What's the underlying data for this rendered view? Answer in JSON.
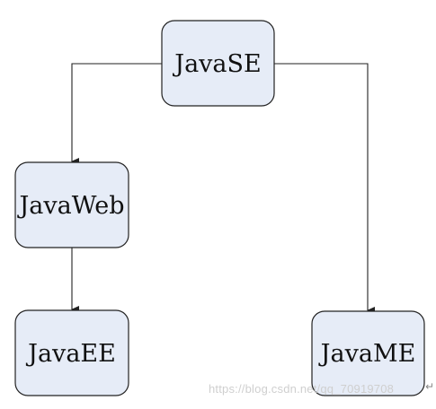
{
  "nodes": {
    "javase": {
      "label": "JavaSE"
    },
    "javaweb": {
      "label": "JavaWeb"
    },
    "javaee": {
      "label": "JavaEE"
    },
    "javame": {
      "label": "JavaME"
    }
  },
  "edges": [
    {
      "from": "JavaSE",
      "to": "JavaWeb"
    },
    {
      "from": "JavaWeb",
      "to": "JavaEE"
    },
    {
      "from": "JavaSE",
      "to": "JavaME"
    }
  ],
  "colors": {
    "node_fill": "#e6ecf7",
    "node_stroke": "#222222",
    "edge": "#222222",
    "watermark": "#cfcfcf"
  },
  "watermark": {
    "text": "https://blog.csdn.net/qq_70919708"
  },
  "paragraph_mark": "↵"
}
